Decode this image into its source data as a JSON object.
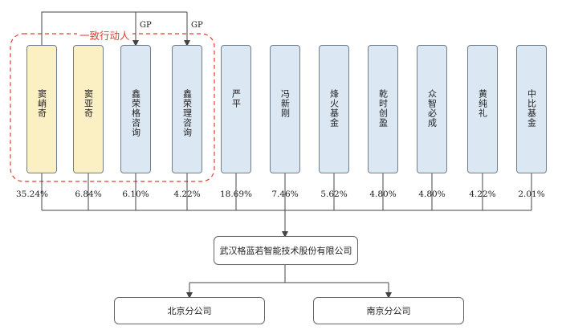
{
  "group_label": "一致行动人",
  "gp_label": "GP",
  "shareholders": [
    {
      "name": "窦峭奇",
      "pct": "35.24%",
      "color": "#fbefc4"
    },
    {
      "name": "窦亚奇",
      "pct": "6.84%",
      "color": "#fbefc4"
    },
    {
      "name": "鑫荣格咨询",
      "pct": "6.10%",
      "color": "#dbe7f3"
    },
    {
      "name": "鑫荣理咨询",
      "pct": "4.22%",
      "color": "#dbe7f3"
    },
    {
      "name": "严平",
      "pct": "18.69%",
      "color": "#dbe7f3"
    },
    {
      "name": "冯新刚",
      "pct": "7.46%",
      "color": "#dbe7f3"
    },
    {
      "name": "烽火基金",
      "pct": "5.62%",
      "color": "#dbe7f3"
    },
    {
      "name": "乾时创盈",
      "pct": "4.80%",
      "color": "#dbe7f3"
    },
    {
      "name": "众智必成",
      "pct": "4.80%",
      "color": "#dbe7f3"
    },
    {
      "name": "黄纯礼",
      "pct": "4.22%",
      "color": "#dbe7f3"
    },
    {
      "name": "中比基金",
      "pct": "2.01%",
      "color": "#dbe7f3"
    }
  ],
  "company": "武汉格蓝若智能技术股份有限公司",
  "branches": [
    "北京分公司",
    "南京分公司"
  ],
  "colors": {
    "group_border": "#e23a32",
    "line": "#444444",
    "box_border": "#6f7f90"
  }
}
